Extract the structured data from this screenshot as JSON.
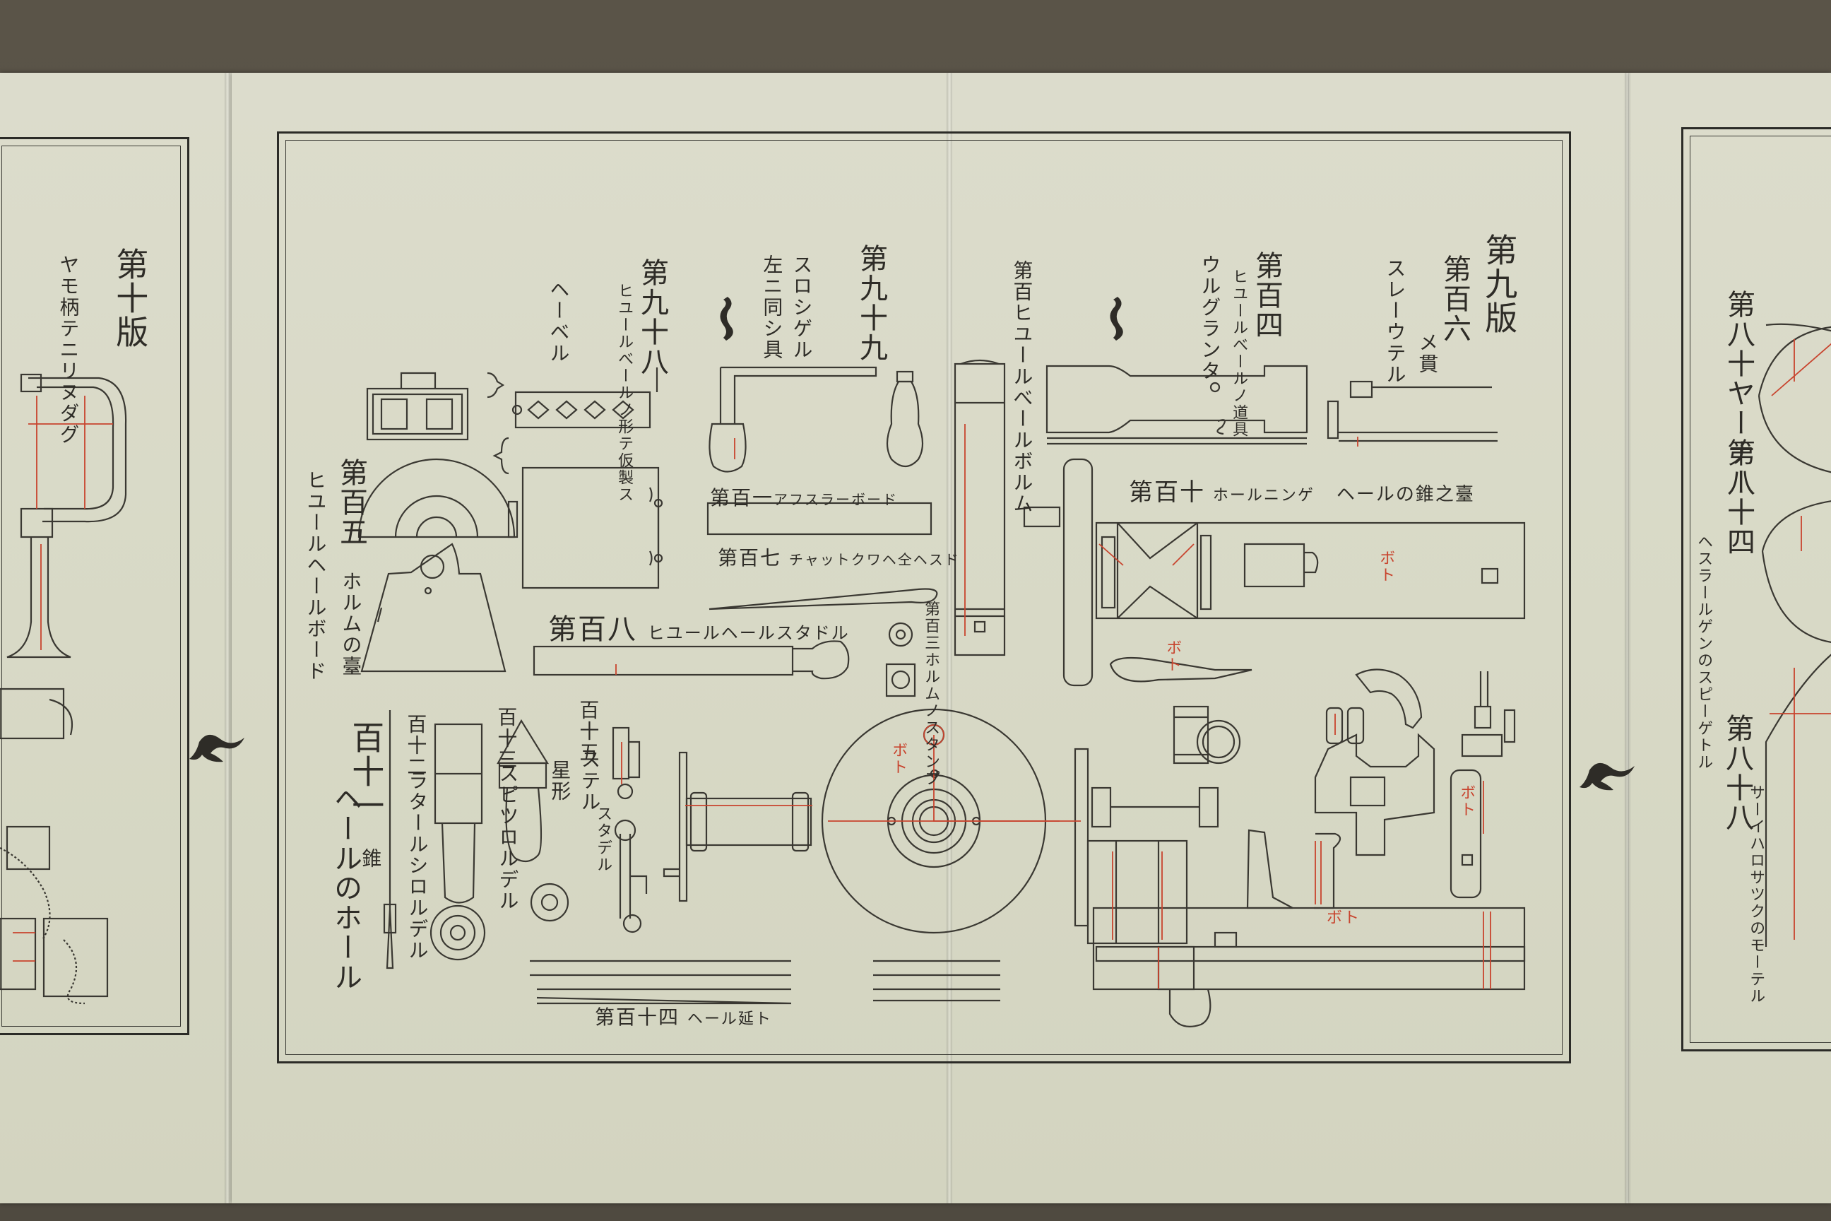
{
  "left_panel": {
    "plate_label": "第十版",
    "caption_fragment": "ヤモ柄テニリヌダグ"
  },
  "main_panel": {
    "plate_label": "第九版",
    "items": {
      "fig106": {
        "number": "第百六",
        "name": "メ貫",
        "reading": "スレーウテル"
      },
      "fig104": {
        "number": "第百四",
        "desc": "ヒユールべールノ道具",
        "reading": "ウルグランタ"
      },
      "fig100": {
        "number": "第百ヒユールべールボルム"
      },
      "fig99": {
        "number": "第九十九",
        "name": "スロシゲル",
        "note": "左ニ同シ具"
      },
      "fig98": {
        "number": "第九十八",
        "desc": "ヒユールべールノ形テ仮製ス",
        "reading": "ヘーベル"
      },
      "fig105": {
        "number": "第百五",
        "name": "ヒユールヘールボード"
      },
      "anvil": {
        "label": "ホルムの臺"
      },
      "fig101": {
        "number": "第百一",
        "name": "アフスラーボード"
      },
      "fig107": {
        "number": "第百七",
        "name": "チャットクワヘ仝ヘスド"
      },
      "fig108": {
        "number": "第百八",
        "name": "ヒユールヘールスタドル"
      },
      "fig103": {
        "number": "第百三",
        "name": "ホルムノスタンプ"
      },
      "fig110": {
        "number": "第百十",
        "name": "ホールニンゲ",
        "note": "ヘールの錐之臺"
      },
      "fig111": {
        "number": "百十一",
        "name": "ヘールのホール",
        "note": "錐"
      },
      "fig112": {
        "number": "百十二",
        "name": "ラタールシロルデル"
      },
      "fig113": {
        "number": "百十三",
        "name": "スピツロルデル"
      },
      "fig115": {
        "number": "百十五",
        "name": "ステル",
        "note": "星形",
        "sub": "スタデル"
      },
      "fig114": {
        "number": "第百十四",
        "name": "ヘール延ト"
      },
      "red_marks": [
        "ボト",
        "ボト",
        "ボト",
        "ボト",
        "ボト"
      ]
    }
  },
  "right_panel": {
    "fig84": {
      "number": "第八十四",
      "desc": "ヘスラールゲンのスピーゲトル"
    },
    "fig88": {
      "number": "第八十八",
      "desc": "サーイハロサツクのモーテル"
    },
    "top_fragment": "第八十ヤーナー"
  },
  "colors": {
    "paper": "#d8d9c6",
    "ink": "#2e2c27",
    "red_ink": "#c8442e",
    "frame": "#2b2b27",
    "background": "#4f4a40"
  }
}
